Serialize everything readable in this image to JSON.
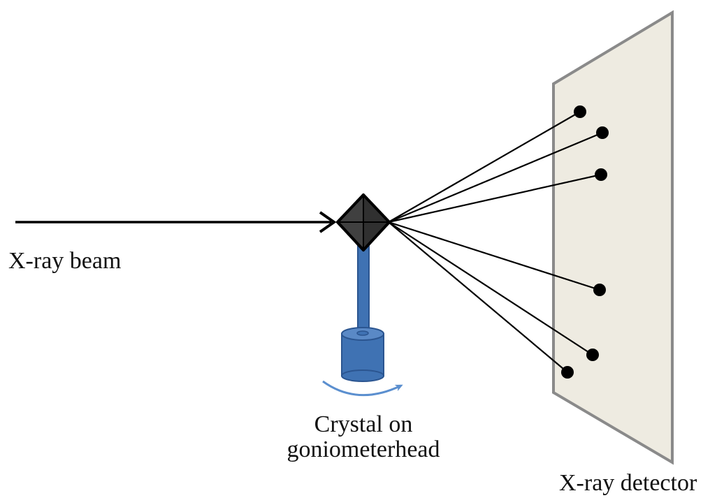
{
  "labels": {
    "beam": "X-ray beam",
    "crystal_line1": "Crystal on",
    "crystal_line2": "goniometerhead",
    "detector": "X-ray detector"
  },
  "colors": {
    "line": "#000000",
    "detector_fill": "#eeebe1",
    "detector_edge": "#8a8a8a",
    "crystal_fill": "#404040",
    "goniometer_fill": "#3f72b3",
    "goniometer_edge": "#2b5590",
    "rotation_arrow": "#5b8fcf"
  },
  "icons": {
    "crystal": "diamond-crystal-icon",
    "goniometer": "goniometer-head-icon",
    "rotation": "curved-arrow-icon",
    "detector": "flat-panel-detector-icon",
    "beam": "straight-arrow-icon"
  },
  "diffraction_spot_count": 6
}
